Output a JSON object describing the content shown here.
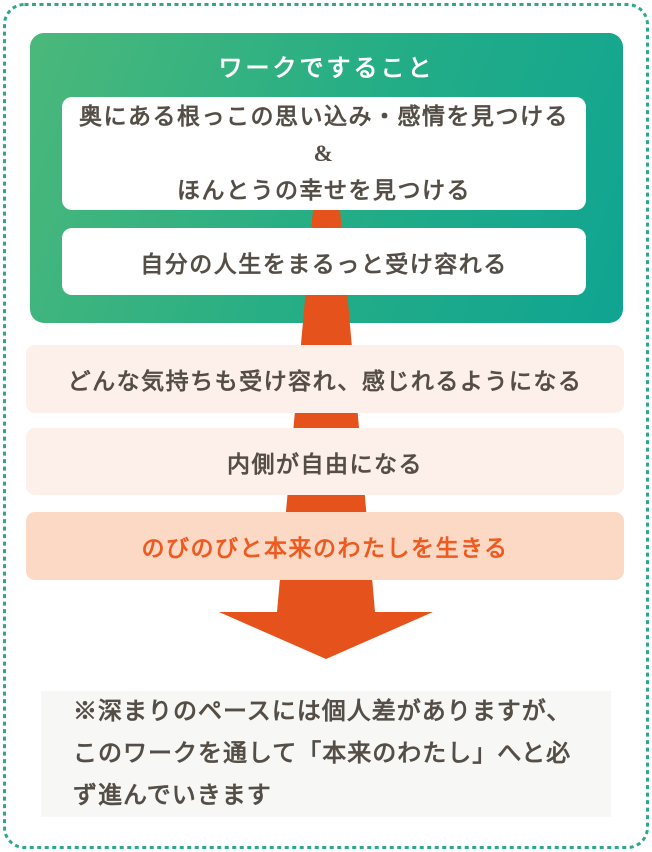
{
  "diagram": {
    "title": "ワークですること",
    "work_box_1": {
      "line_1": "奥にある根っこの思い込み・感情を見つける",
      "line_2": "&",
      "line_3": "ほんとうの幸せを見つける"
    },
    "work_box_2": {
      "label": "自分の人生をまるっと受け容れる"
    },
    "step_1": {
      "label": "どんな気持ちも受け容れ、感じれるようになる"
    },
    "step_2": {
      "label": "内側が自由になる"
    },
    "step_3": {
      "label": "のびのびと本来のわたしを生きる"
    },
    "note": {
      "line_1": "※深まりのペースには個人差がありますが、",
      "line_2": "このワークを通して「本来のわたし」へと必",
      "line_3": "ず進んでいきます"
    },
    "colors": {
      "dashed_border_teal": "#2fa68e",
      "green_gradient_start": "#4bb87a",
      "green_gradient_end": "#0fa492",
      "arrow_orange": "#e5521b",
      "step_bg_light": "#fdf0ea",
      "step_bg_emphasis": "#fbd9c5",
      "emphasis_text_orange": "#ee5a1f",
      "body_text": "#544e46",
      "note_bg": "#f7f7f5"
    }
  }
}
